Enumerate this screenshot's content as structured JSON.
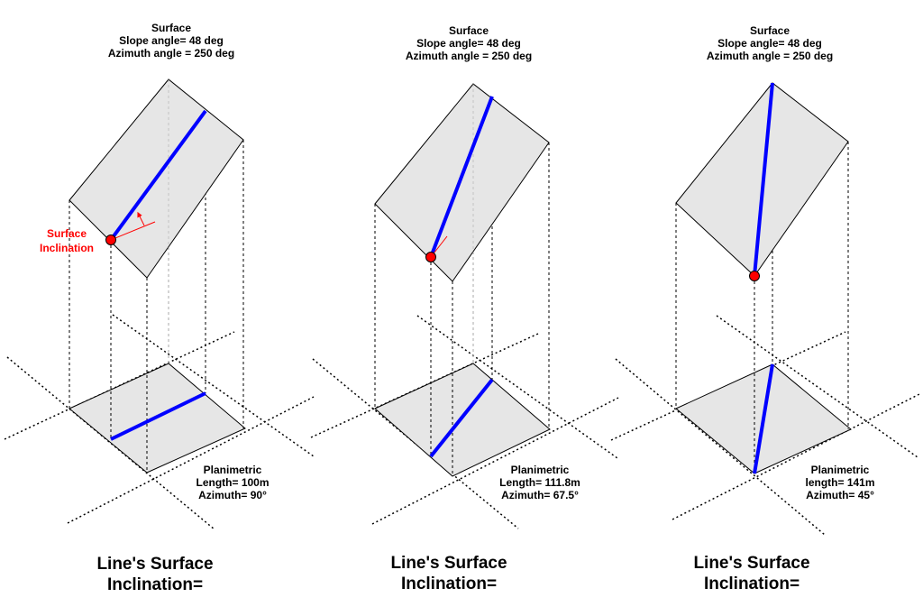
{
  "colors": {
    "plane_fill": "#e6e6e6",
    "line": "#0000ff",
    "point": "#ff0000",
    "accent_text": "#ff0000",
    "dashed": "#000000",
    "guide_gray": "#aaaaaa"
  },
  "panels": [
    {
      "surface": {
        "title": "Surface",
        "slope": "Slope angle= 48 deg",
        "azimuth": "Azimuth angle = 250 deg"
      },
      "planimetric": {
        "title": "Planimetric",
        "length": "Length= 100m",
        "azimuth": "Azimuth= 90°"
      },
      "result": {
        "line1": "Line's Surface",
        "line2": "Inclination="
      }
    },
    {
      "surface": {
        "title": "Surface",
        "slope": "Slope angle= 48 deg",
        "azimuth": "Azimuth angle = 250 deg"
      },
      "planimetric": {
        "title": "Planimetric",
        "length": "Length= 111.8m",
        "azimuth": "Azimuth= 67.5°"
      },
      "result": {
        "line1": "Line's Surface",
        "line2": "Inclination="
      }
    },
    {
      "surface": {
        "title": "Surface",
        "slope": "Slope angle= 48 deg",
        "azimuth": "Azimuth angle = 250 deg"
      },
      "planimetric": {
        "title": "Planimetric",
        "length": "length= 141m",
        "azimuth": "Azimuth= 45°"
      },
      "result": {
        "line1": "Line's Surface",
        "line2": "Inclination="
      }
    }
  ],
  "annotation": {
    "line1": "Surface",
    "line2": "Inclination"
  }
}
